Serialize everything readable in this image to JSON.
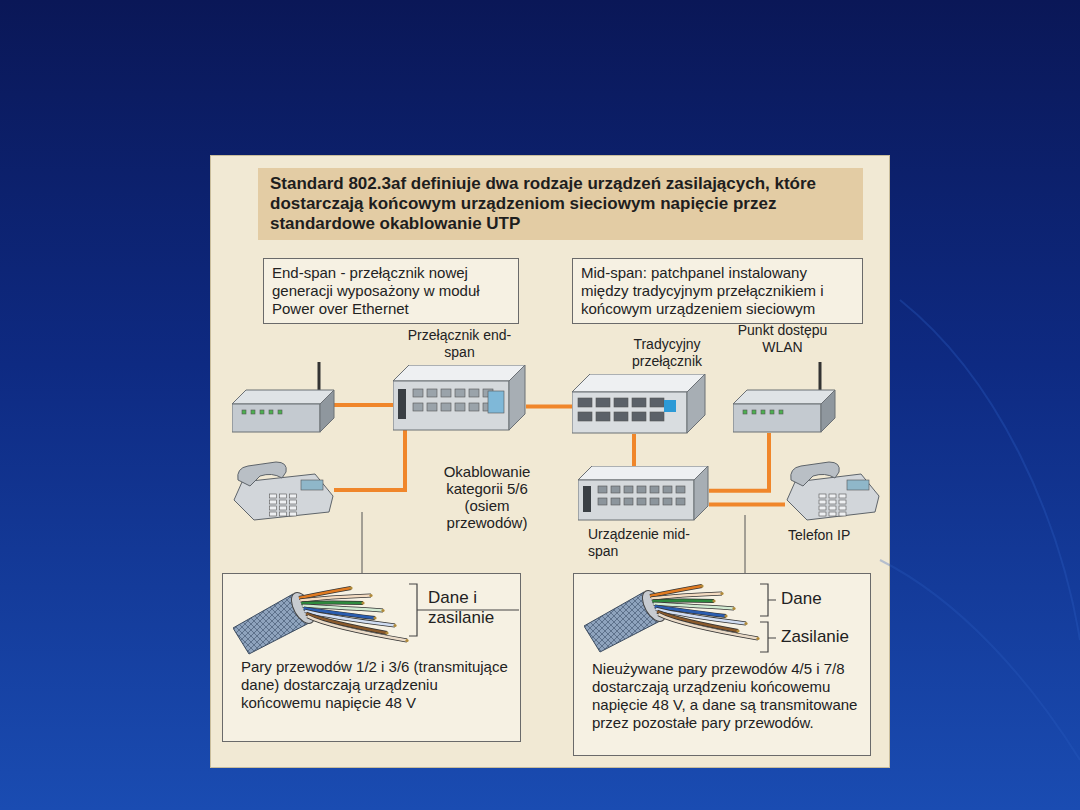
{
  "diagram": {
    "title": "Standard 802.3af definiuje dwa rodzaje urządzeń zasilających, które dostarczają końcowym urządzeniom sieciowym napięcie przez standardowe okablowanie UTP",
    "nodes": [
      {
        "text": [
          "End-span - przełącznik nowej generacji wyposażony w moduł Power over Ethernet"
        ]
      },
      {
        "text": [
          "Mid-span: patchpanel instalowany między tradycyjnym przełącznikiem i końcowym urządzeniem sieciowym"
        ]
      },
      {
        "text": [
          "Przełącznik end-span"
        ]
      },
      {
        "text": [
          "Tradycyjny przełącznik"
        ]
      },
      {
        "text": [
          "Punkt dostępu WLAN"
        ]
      },
      {
        "text": [
          "Urządzenie mid-span"
        ]
      },
      {
        "text": [
          "Telefon IP"
        ]
      },
      {
        "text": [
          "Dane i zasilanie",
          "Pary przewodów 1/2 i 3/6 (transmitujące dane) dostarczają urządzeniu końcowemu napięcie 48 V"
        ]
      },
      {
        "text": [
          "Dane",
          "Zasilanie",
          "Nieużywane pary przewodów 4/5 i 7/8 dostarczają urządzeniu końcowemu napięcie 48 V, a dane są transmitowane przez pozostałe pary przewodów."
        ]
      }
    ],
    "edges": [
      {
        "from": 2,
        "to": 3,
        "arrow": "none"
      },
      {
        "from": 3,
        "to": 5,
        "arrow": "none"
      },
      {
        "from": 5,
        "to": 4,
        "arrow": "none"
      },
      {
        "from": 5,
        "to": 6,
        "arrow": "none"
      }
    ],
    "labels": [
      "Okablowanie kategorii 5/6 (osiem przewodów)"
    ]
  }
}
